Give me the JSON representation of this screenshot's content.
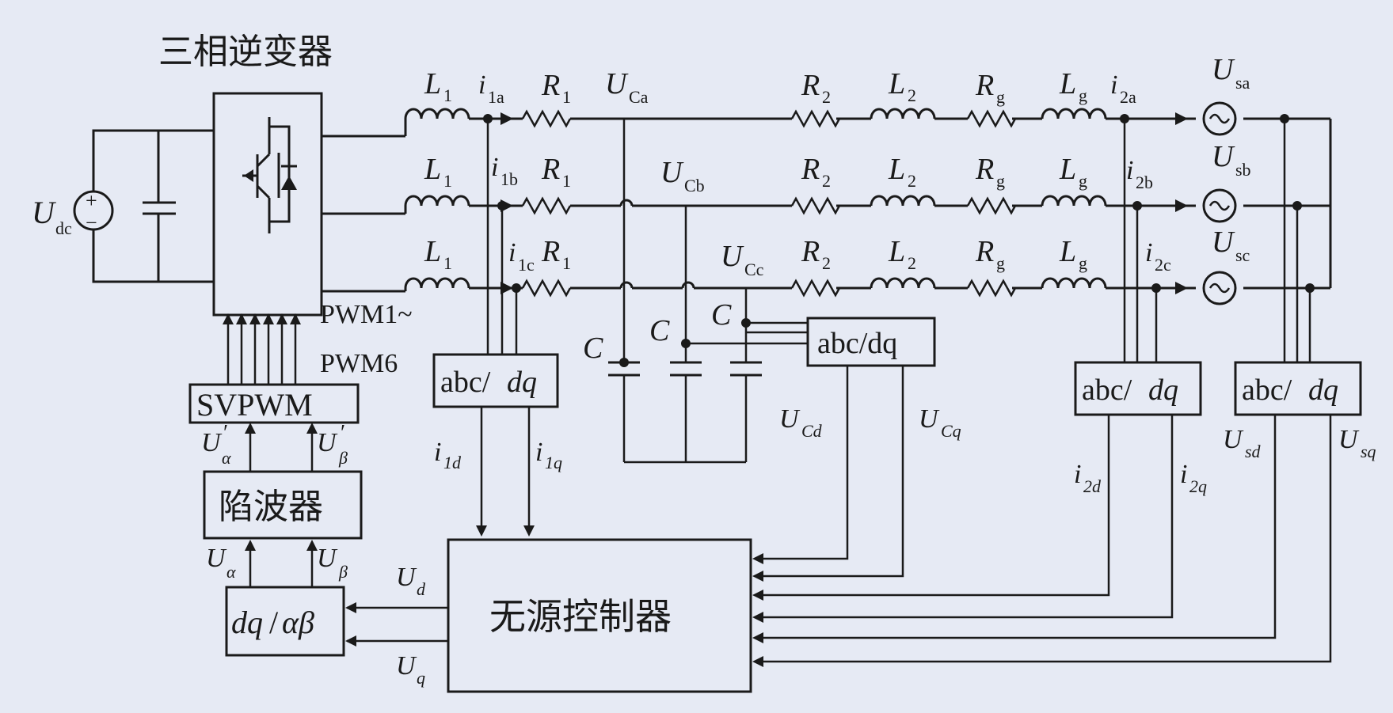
{
  "title": "三相逆变器",
  "dc_source": {
    "U": "U",
    "sub": "dc"
  },
  "inductor_L1": {
    "L": "L",
    "sub": "1"
  },
  "resistor_R1": {
    "R": "R",
    "sub": "1"
  },
  "resistor_R2": {
    "R": "R",
    "sub": "2"
  },
  "inductor_L2": {
    "L": "L",
    "sub": "2"
  },
  "resistor_Rg": {
    "R": "R",
    "sub": "g"
  },
  "inductor_Lg": {
    "L": "L",
    "sub": "g"
  },
  "currents_i1": [
    {
      "i": "i",
      "sub": "1a"
    },
    {
      "i": "i",
      "sub": "1b"
    },
    {
      "i": "i",
      "sub": "1c"
    }
  ],
  "currents_i2": [
    {
      "i": "i",
      "sub": "2a"
    },
    {
      "i": "i",
      "sub": "2b"
    },
    {
      "i": "i",
      "sub": "2c"
    }
  ],
  "cap_voltages": [
    {
      "U": "U",
      "sub": "Ca"
    },
    {
      "U": "U",
      "sub": "Cb"
    },
    {
      "U": "U",
      "sub": "Cc"
    }
  ],
  "grid_sources": [
    {
      "U": "U",
      "sub": "sa"
    },
    {
      "U": "U",
      "sub": "sb"
    },
    {
      "U": "U",
      "sub": "sc"
    }
  ],
  "capacitor_label": "C",
  "pwm_label_1": "PWM1~",
  "pwm_label_2": "PWM6",
  "svpwm": "SVPWM",
  "notch": "陷波器",
  "controller": "无源控制器",
  "dq_to_ab": {
    "a": "dq",
    "b": "/",
    "c": "αβ"
  },
  "abc_dq": {
    "abc": "abc/",
    "dq": "dq"
  },
  "abc_dq_plain": "abc/dq",
  "signals": {
    "U_alpha_p": {
      "U": "U",
      "prime": "′",
      "sub": "α"
    },
    "U_beta_p": {
      "U": "U",
      "prime": "′",
      "sub": "β"
    },
    "U_alpha": {
      "U": "U",
      "sub": "α"
    },
    "U_beta": {
      "U": "U",
      "sub": "β"
    },
    "U_d": {
      "U": "U",
      "sub": "d"
    },
    "U_q": {
      "U": "U",
      "sub": "q"
    },
    "i1d": {
      "i": "i",
      "sub": "1d"
    },
    "i1q": {
      "i": "i",
      "sub": "1q"
    },
    "UCd": {
      "U": "U",
      "sub": "Cd"
    },
    "UCq": {
      "U": "U",
      "sub": "Cq"
    },
    "i2d": {
      "i": "i",
      "sub": "2d"
    },
    "i2q": {
      "i": "i",
      "sub": "2q"
    },
    "Usd": {
      "U": "U",
      "sub": "sd"
    },
    "Usq": {
      "U": "U",
      "sub": "sq"
    }
  }
}
